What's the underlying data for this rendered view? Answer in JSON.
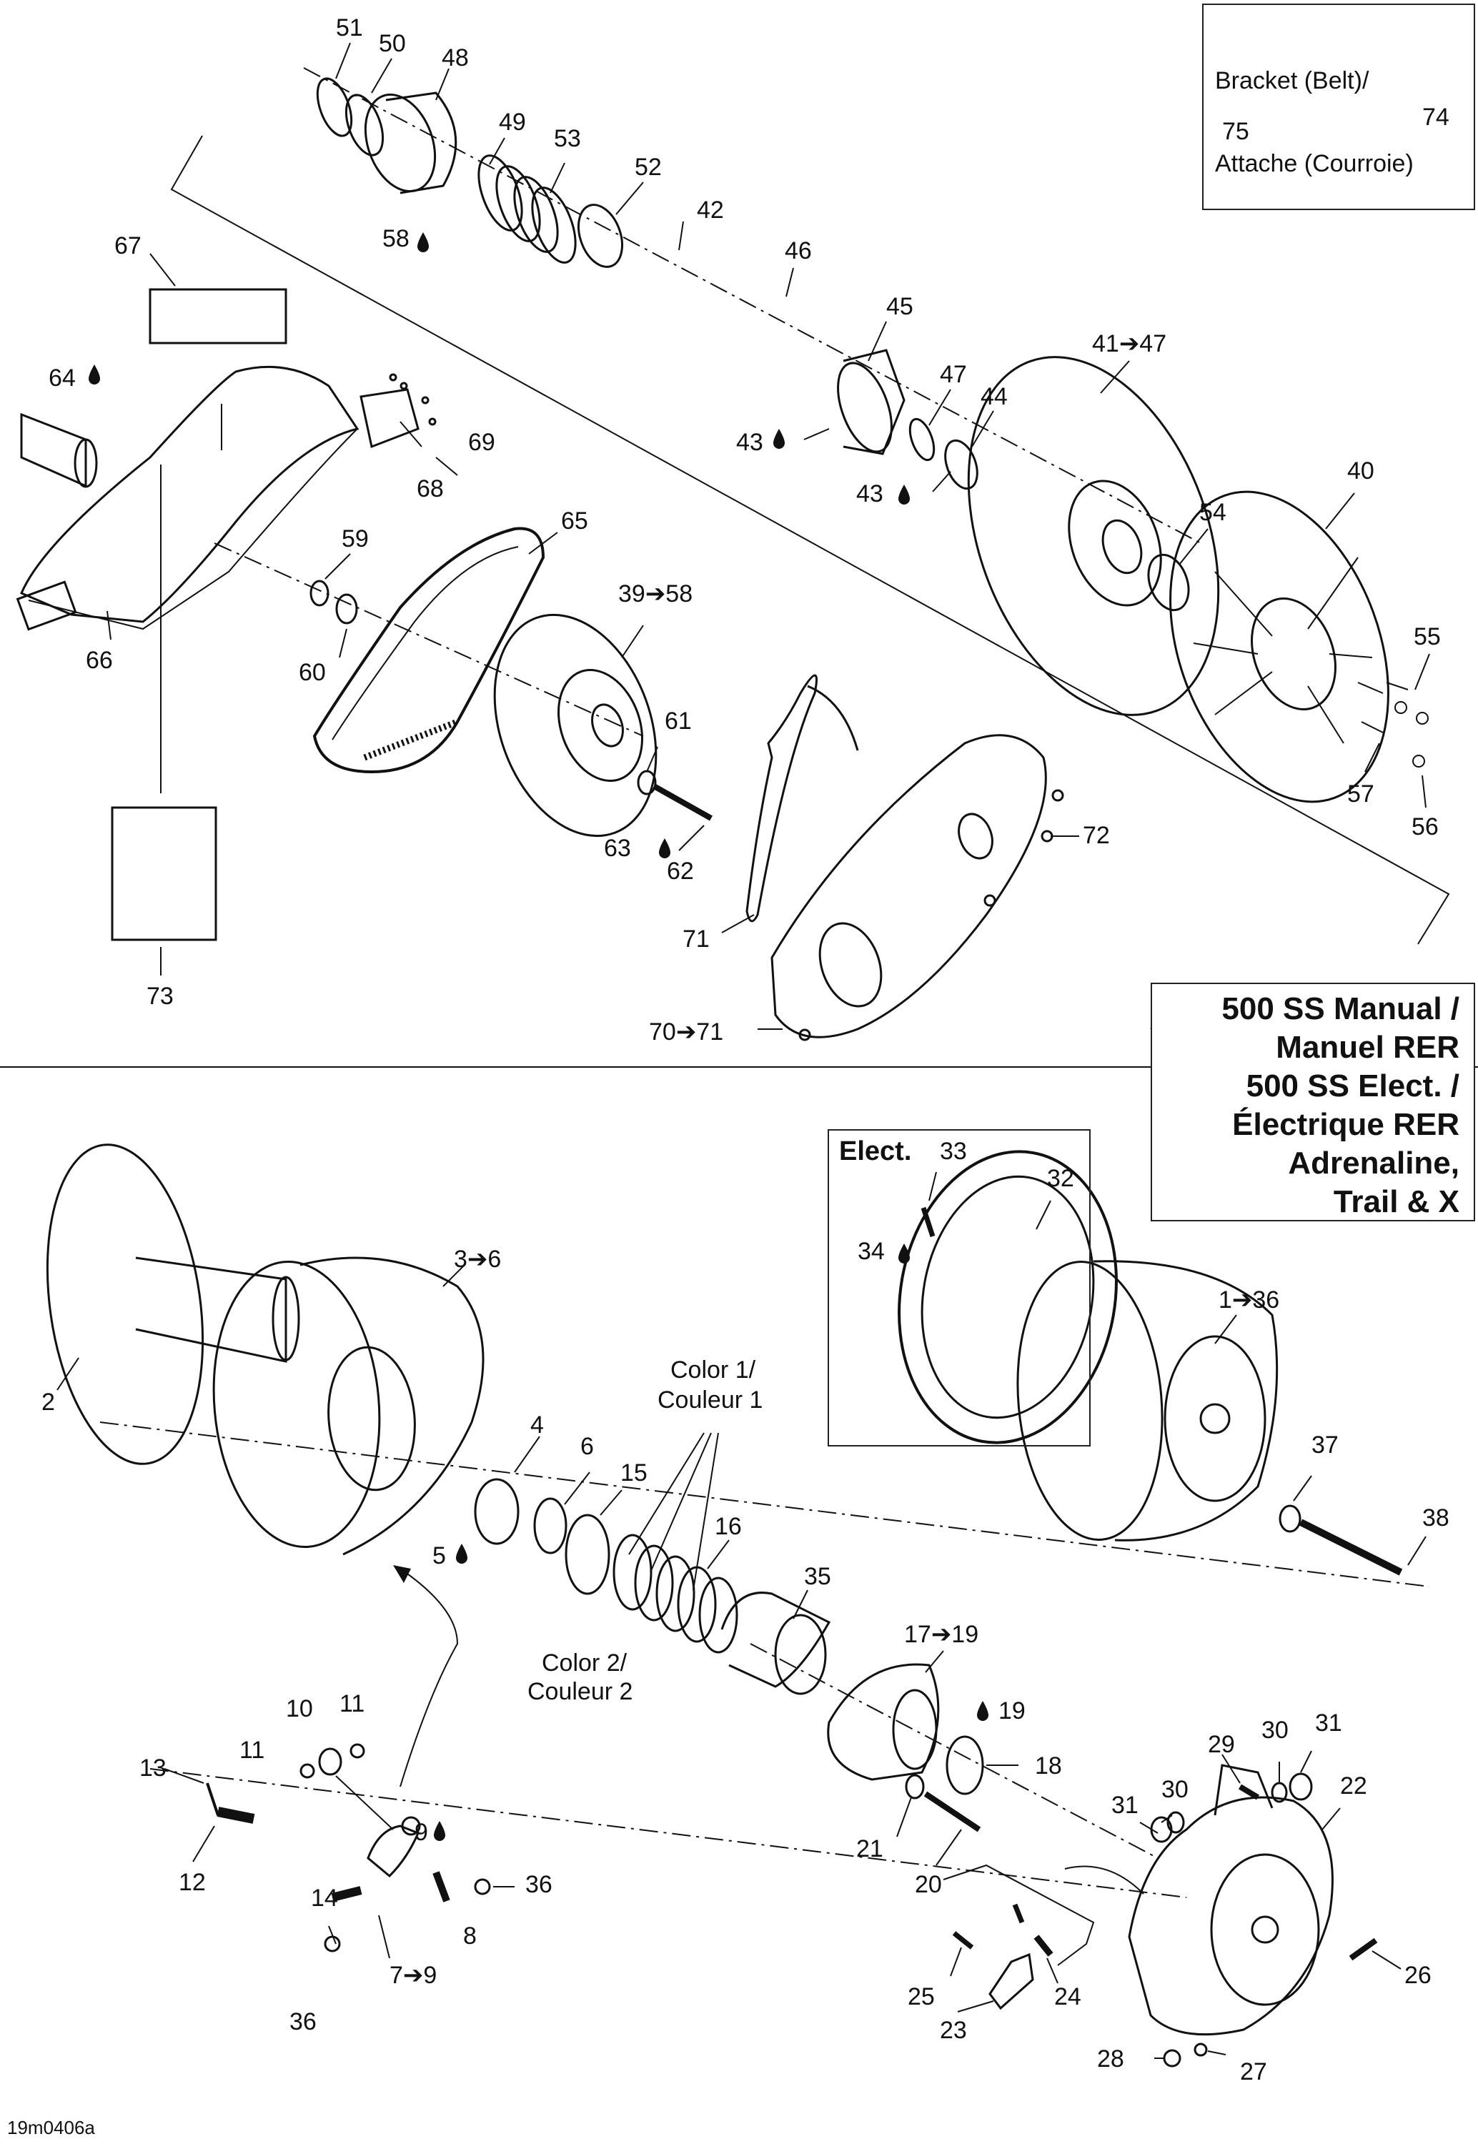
{
  "bracket_box": {
    "line1": "Bracket (Belt)/",
    "line2": "Attache (Courroie)"
  },
  "model_box": {
    "lines": [
      "500 SS Manual /",
      "Manuel RER",
      "500 SS Elect. /",
      "Électrique RER",
      "Adrenaline,",
      "Trail & X"
    ]
  },
  "elect_box": {
    "title": "Elect."
  },
  "color_labels": {
    "color1_a": "Color 1/",
    "color1_b": "Couleur 1",
    "color2_a": "Color 2/",
    "color2_b": "Couleur 2"
  },
  "footer": {
    "code": "19m0406a"
  },
  "callouts": {
    "c51": "51",
    "c50": "50",
    "c48": "48",
    "c49": "49",
    "c53": "53",
    "c52": "52",
    "c58": "58",
    "c42": "42",
    "c46": "46",
    "c45": "45",
    "c41_47": "41➔47",
    "c47": "47",
    "c44": "44",
    "c43a": "43",
    "c43b": "43",
    "c40": "40",
    "c54": "54",
    "c55": "55",
    "c57": "57",
    "c56": "56",
    "c67": "67",
    "c64": "64",
    "c69": "69",
    "c68": "68",
    "c65": "65",
    "c59": "59",
    "c60": "60",
    "c66": "66",
    "c39_58": "39➔58",
    "c61": "61",
    "c63": "63",
    "c62": "62",
    "c72": "72",
    "c71": "71",
    "c70_71": "70➔71",
    "c73": "73",
    "c75": "75",
    "c74": "74",
    "c33": "33",
    "c32": "32",
    "c34": "34",
    "c1_36": "1➔36",
    "c37": "37",
    "c38": "38",
    "c2": "2",
    "c3_6": "3➔6",
    "c4": "4",
    "c6": "6",
    "c15": "15",
    "c5": "5",
    "c16": "16",
    "c35": "35",
    "c17_19": "17➔19",
    "c19": "19",
    "c18": "18",
    "c10": "10",
    "c11a": "11",
    "c11b": "11",
    "c13": "13",
    "c12": "12",
    "c9": "9",
    "c36a": "36",
    "c8": "8",
    "c14": "14",
    "c7_9": "7➔9",
    "c36b": "36",
    "c21": "21",
    "c20": "20",
    "c29": "29",
    "c30a": "30",
    "c31a": "31",
    "c30b": "30",
    "c31b": "31",
    "c22": "22",
    "c25": "25",
    "c24": "24",
    "c23": "23",
    "c26": "26",
    "c28": "28",
    "c27": "27"
  }
}
